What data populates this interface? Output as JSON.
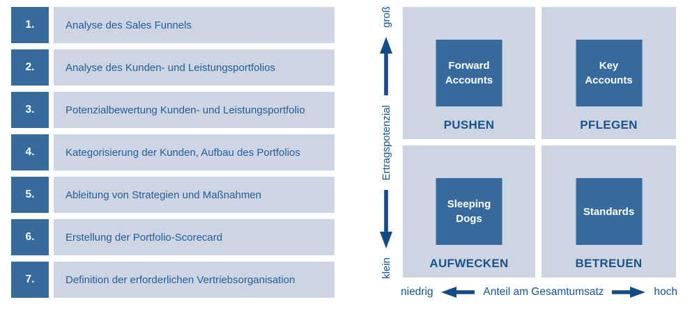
{
  "colors": {
    "navy_text": "#17538f",
    "list_text": "#235d9a",
    "steel_blue": "#386b9d",
    "light_blue": "#cdd5e3",
    "arrow_navy": "#124c87",
    "white": "#ffffff"
  },
  "process_list": {
    "items": [
      {
        "number": "1.",
        "label": "Analyse des Sales Funnels"
      },
      {
        "number": "2.",
        "label": "Analyse des Kunden- und Leistungsportfolios"
      },
      {
        "number": "3.",
        "label": "Potenzialbewertung Kunden- und Leistungsportfolio"
      },
      {
        "number": "4.",
        "label": "Kategorisierung der Kunden, Aufbau des Portfolios"
      },
      {
        "number": "5.",
        "label": "Ableitung von Strategien und Maßnahmen"
      },
      {
        "number": "6.",
        "label": "Erstellung der Portfolio-Scorecard"
      },
      {
        "number": "7.",
        "label": "Definition der erforderlichen Vertriebsorganisation"
      }
    ]
  },
  "matrix": {
    "y_axis": {
      "label": "Ertragspotenzial",
      "top": "groß",
      "bottom": "klein"
    },
    "x_axis": {
      "label": "Anteil am Gesamtumsatz",
      "left": "niedrig",
      "right": "hoch"
    },
    "quadrants": [
      {
        "position": "top-left",
        "segment": "Forward\nAccounts",
        "strategy": "PUSHEN"
      },
      {
        "position": "top-right",
        "segment": "Key\nAccounts",
        "strategy": "PFLEGEN"
      },
      {
        "position": "bottom-left",
        "segment": "Sleeping\nDogs",
        "strategy": "AUFWECKEN"
      },
      {
        "position": "bottom-right",
        "segment": "Standards",
        "strategy": "BETREUEN"
      }
    ]
  }
}
